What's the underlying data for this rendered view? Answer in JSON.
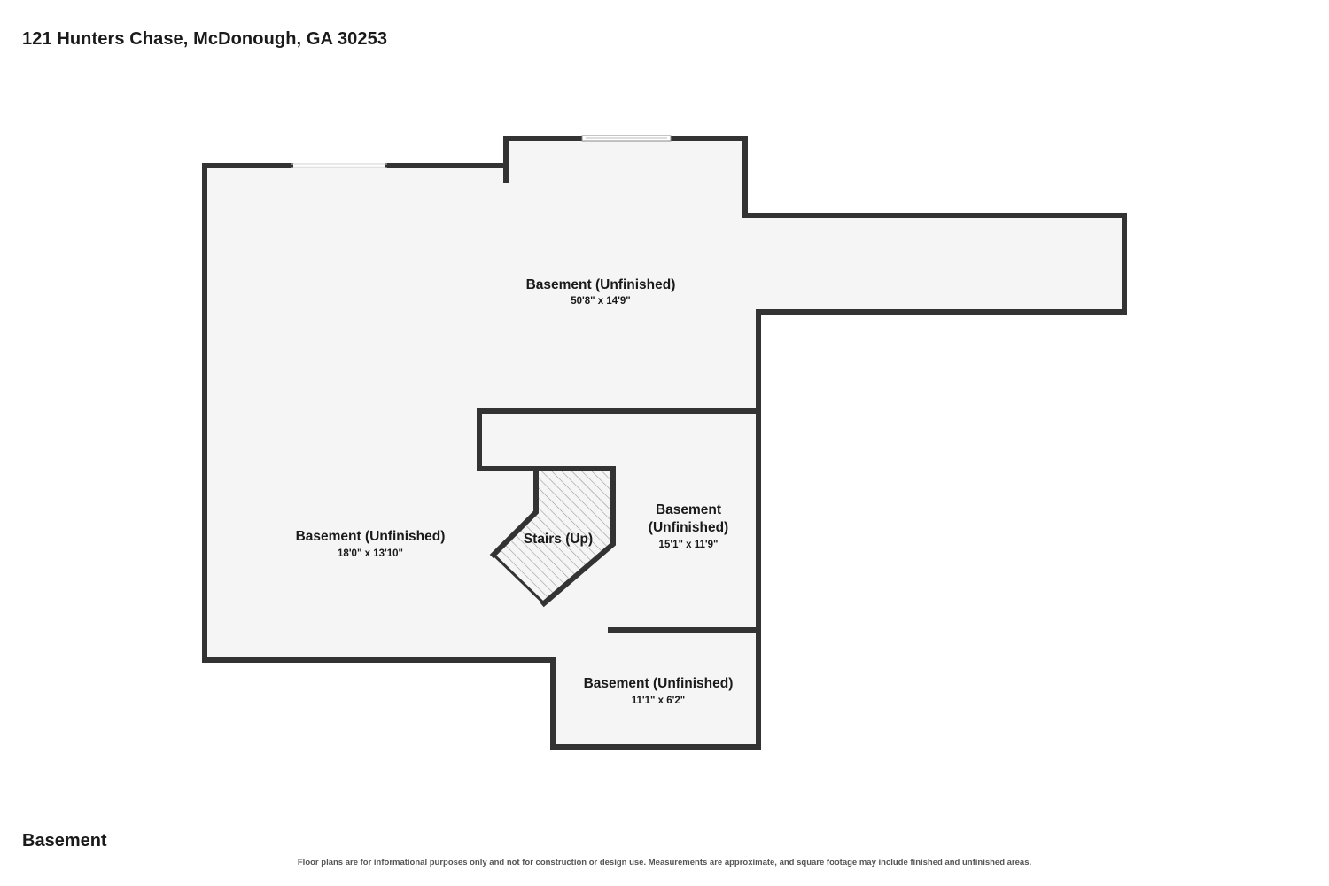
{
  "header": {
    "address": "121 Hunters Chase, McDonough, GA 30253"
  },
  "floor": {
    "name": "Basement"
  },
  "footer": {
    "disclaimer": "Floor plans are for informational purposes only and not for construction or design use. Measurements are approximate, and square footage may include finished and unfinished areas."
  },
  "colors": {
    "wall": "#333333",
    "floor_fill": "#f5f5f5",
    "stair_hatch": "#9a9a9a",
    "background": "#ffffff"
  },
  "rooms": [
    {
      "name": "Basement (Unfinished)",
      "dimensions": "50'8\" x 14'9\""
    },
    {
      "name": "Basement (Unfinished)",
      "dimensions": "18'0\" x 13'10\""
    },
    {
      "name_line1": "Basement",
      "name_line2": "(Unfinished)",
      "dimensions": "15'1\" x 11'9\""
    },
    {
      "name": "Basement (Unfinished)",
      "dimensions": "11'1\" x 6'2\""
    }
  ],
  "stairs": {
    "label": "Stairs (Up)"
  }
}
